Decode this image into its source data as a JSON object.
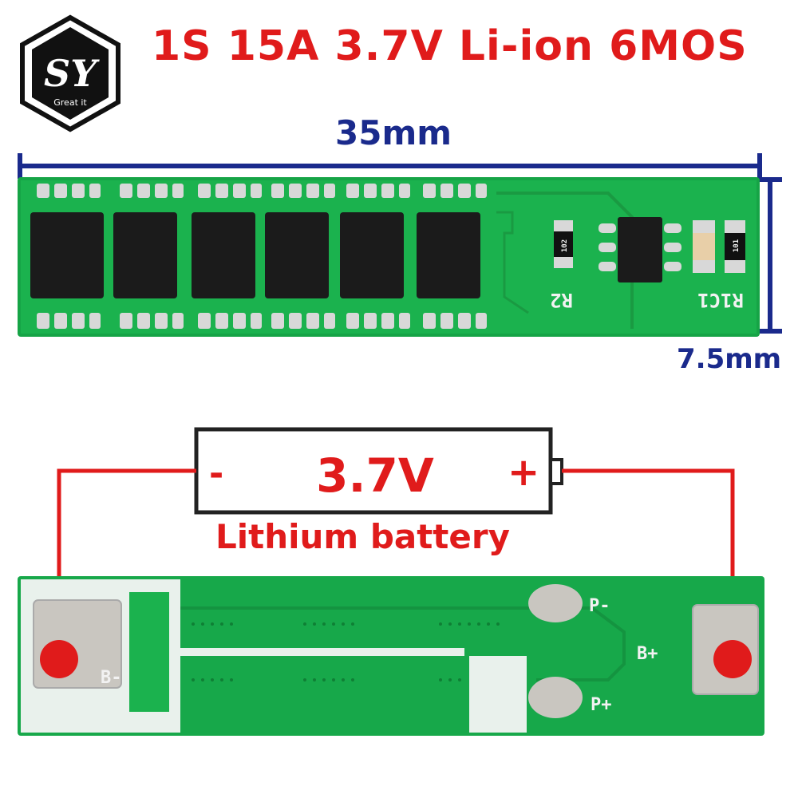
{
  "logo": {
    "letters": "SY",
    "tagline": "Great it"
  },
  "title": "1S 15A 3.7V Li-ion 6MOS",
  "dimensions": {
    "length": "35mm",
    "width": "7.5mm"
  },
  "top_board": {
    "silk_r2": "R2",
    "silk_r1c1": "R1C1",
    "res_code_a": "102",
    "res_code_b": "101"
  },
  "battery": {
    "minus": "-",
    "voltage": "3.7V",
    "plus": "+",
    "caption": "Lithium battery"
  },
  "bottom_board": {
    "label_bminus": "B-",
    "label_pminus": "P-",
    "label_bplus": "B+",
    "label_pplus": "P+"
  },
  "colors": {
    "title_red": "#e01b1b",
    "dimension_blue": "#1a2a8c",
    "pcb_green": "#17a84a",
    "wire_red": "#e01b1b"
  }
}
